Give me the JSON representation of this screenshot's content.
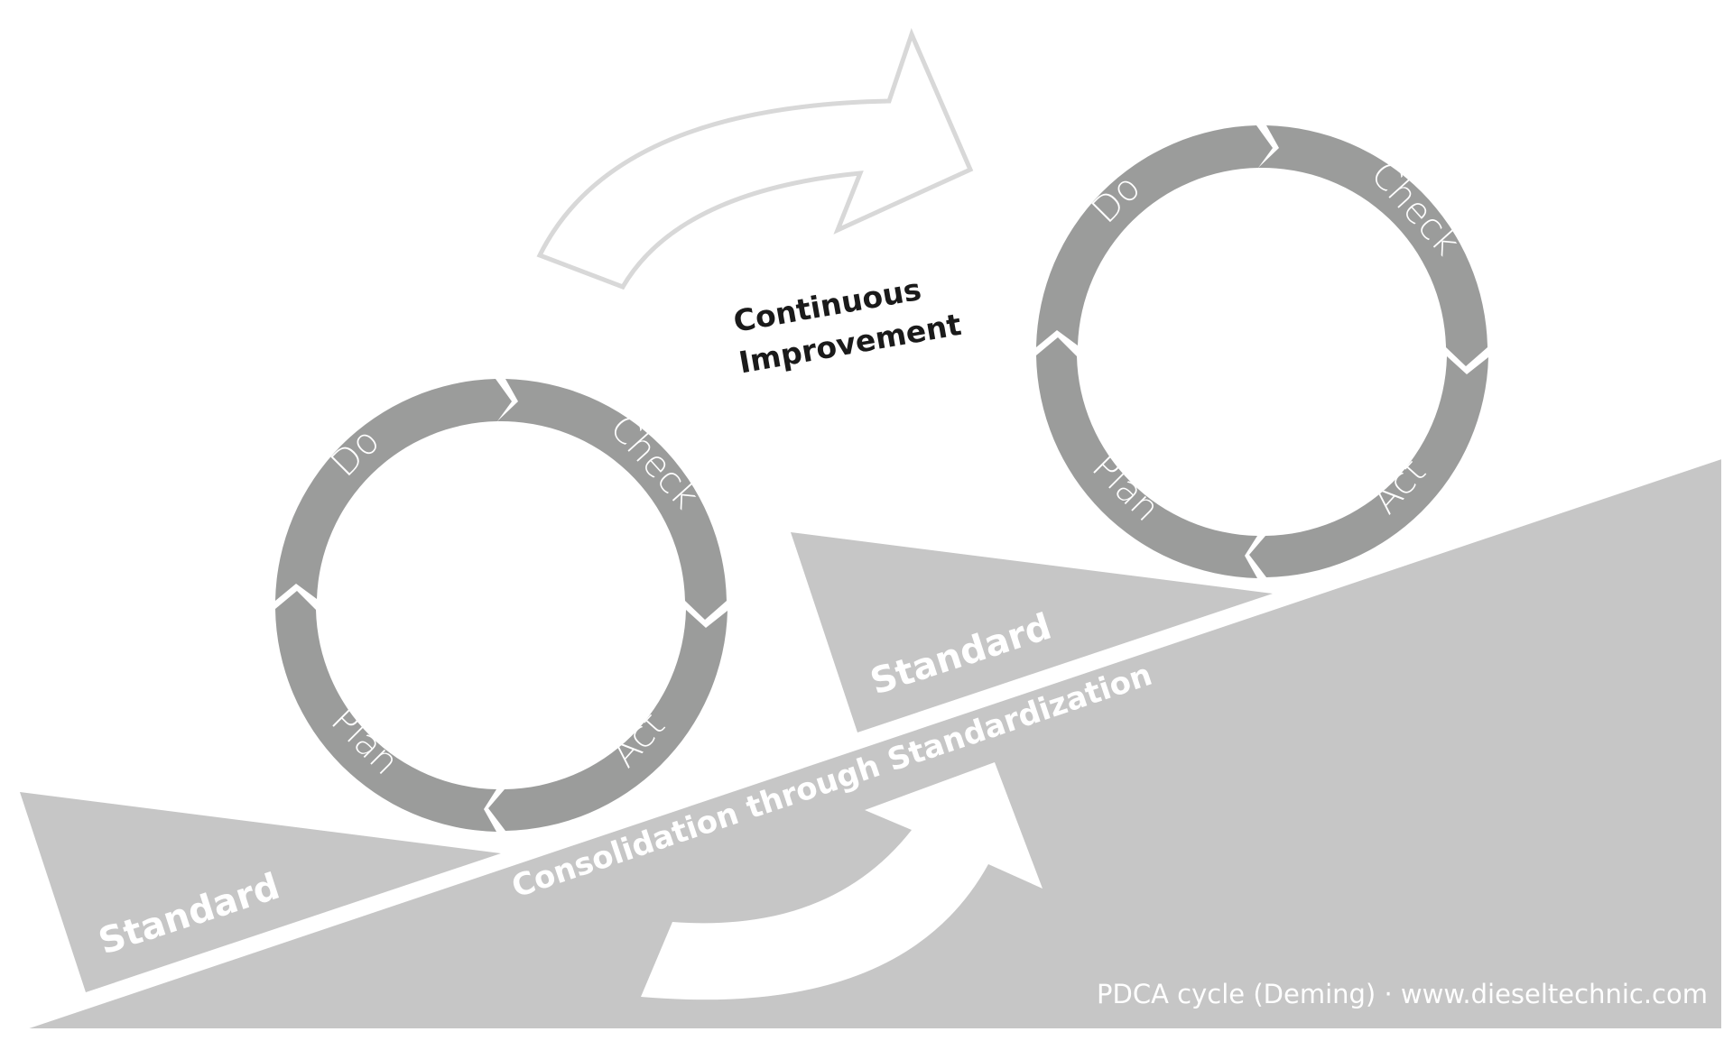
{
  "colors": {
    "ramp": "#c6c6c6",
    "ring": "#9b9c9b",
    "arrow_outline": "#d8d8d8",
    "text_dark": "#1a1a1a",
    "text_light": "#ffffff",
    "background": "#ffffff"
  },
  "top_arrow_label": [
    "Continuous",
    "Improvement"
  ],
  "ramp_label": "Consolidation through Standardization",
  "standard_label": "Standard",
  "cycle_phases": {
    "do": "Do",
    "check": "Check",
    "act": "Act",
    "plan": "Plan"
  },
  "footer_caption": "PDCA cycle (Deming) · www.dieseltechnic.com"
}
